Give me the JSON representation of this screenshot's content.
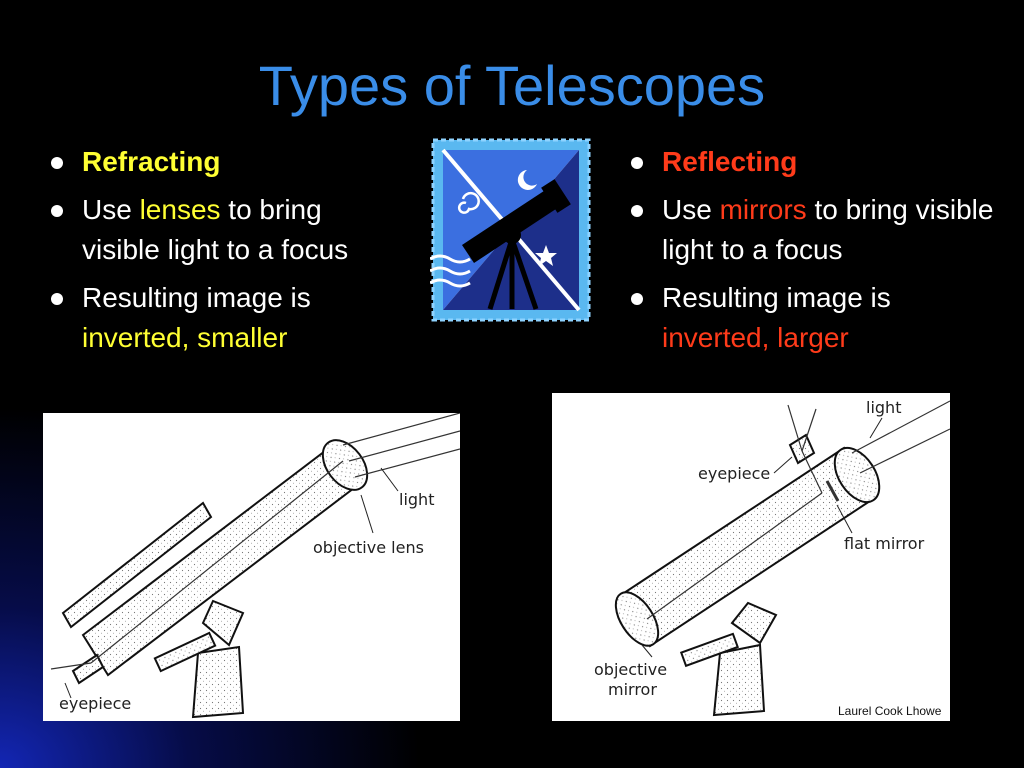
{
  "slide": {
    "title": "Types of Telescopes"
  },
  "left_column": {
    "heading": "Refracting",
    "bullet2": {
      "pre": "Use ",
      "highlight": "lenses",
      "post": " to bring visible light to a focus"
    },
    "bullet3": {
      "pre": "Resulting image is ",
      "highlight": "inverted, smaller"
    }
  },
  "right_column": {
    "heading": "Reflecting",
    "bullet2": {
      "pre": "Use ",
      "highlight": "mirrors",
      "post": " to bring visible light to a focus"
    },
    "bullet3": {
      "pre": "Resulting image is ",
      "highlight": "inverted, larger"
    }
  },
  "refractor_diagram": {
    "label_light": "light",
    "label_objective": "objective lens",
    "label_eyepiece": "eyepiece"
  },
  "reflector_diagram": {
    "label_light": "light",
    "label_eyepiece": "eyepiece",
    "label_flat_mirror": "flat mirror",
    "label_objective_line1": "objective",
    "label_objective_line2": "mirror",
    "credit": "Laurel Cook Lhowe"
  },
  "colors": {
    "title": "#3a8de8",
    "refracting_accent": "#ffff33",
    "reflecting_accent": "#ff3b1a",
    "clipart_blue": "#3b6fe0",
    "clipart_frame": "#5ab8f0"
  },
  "icons": {
    "clipart": "telescope-stamp-icon"
  }
}
